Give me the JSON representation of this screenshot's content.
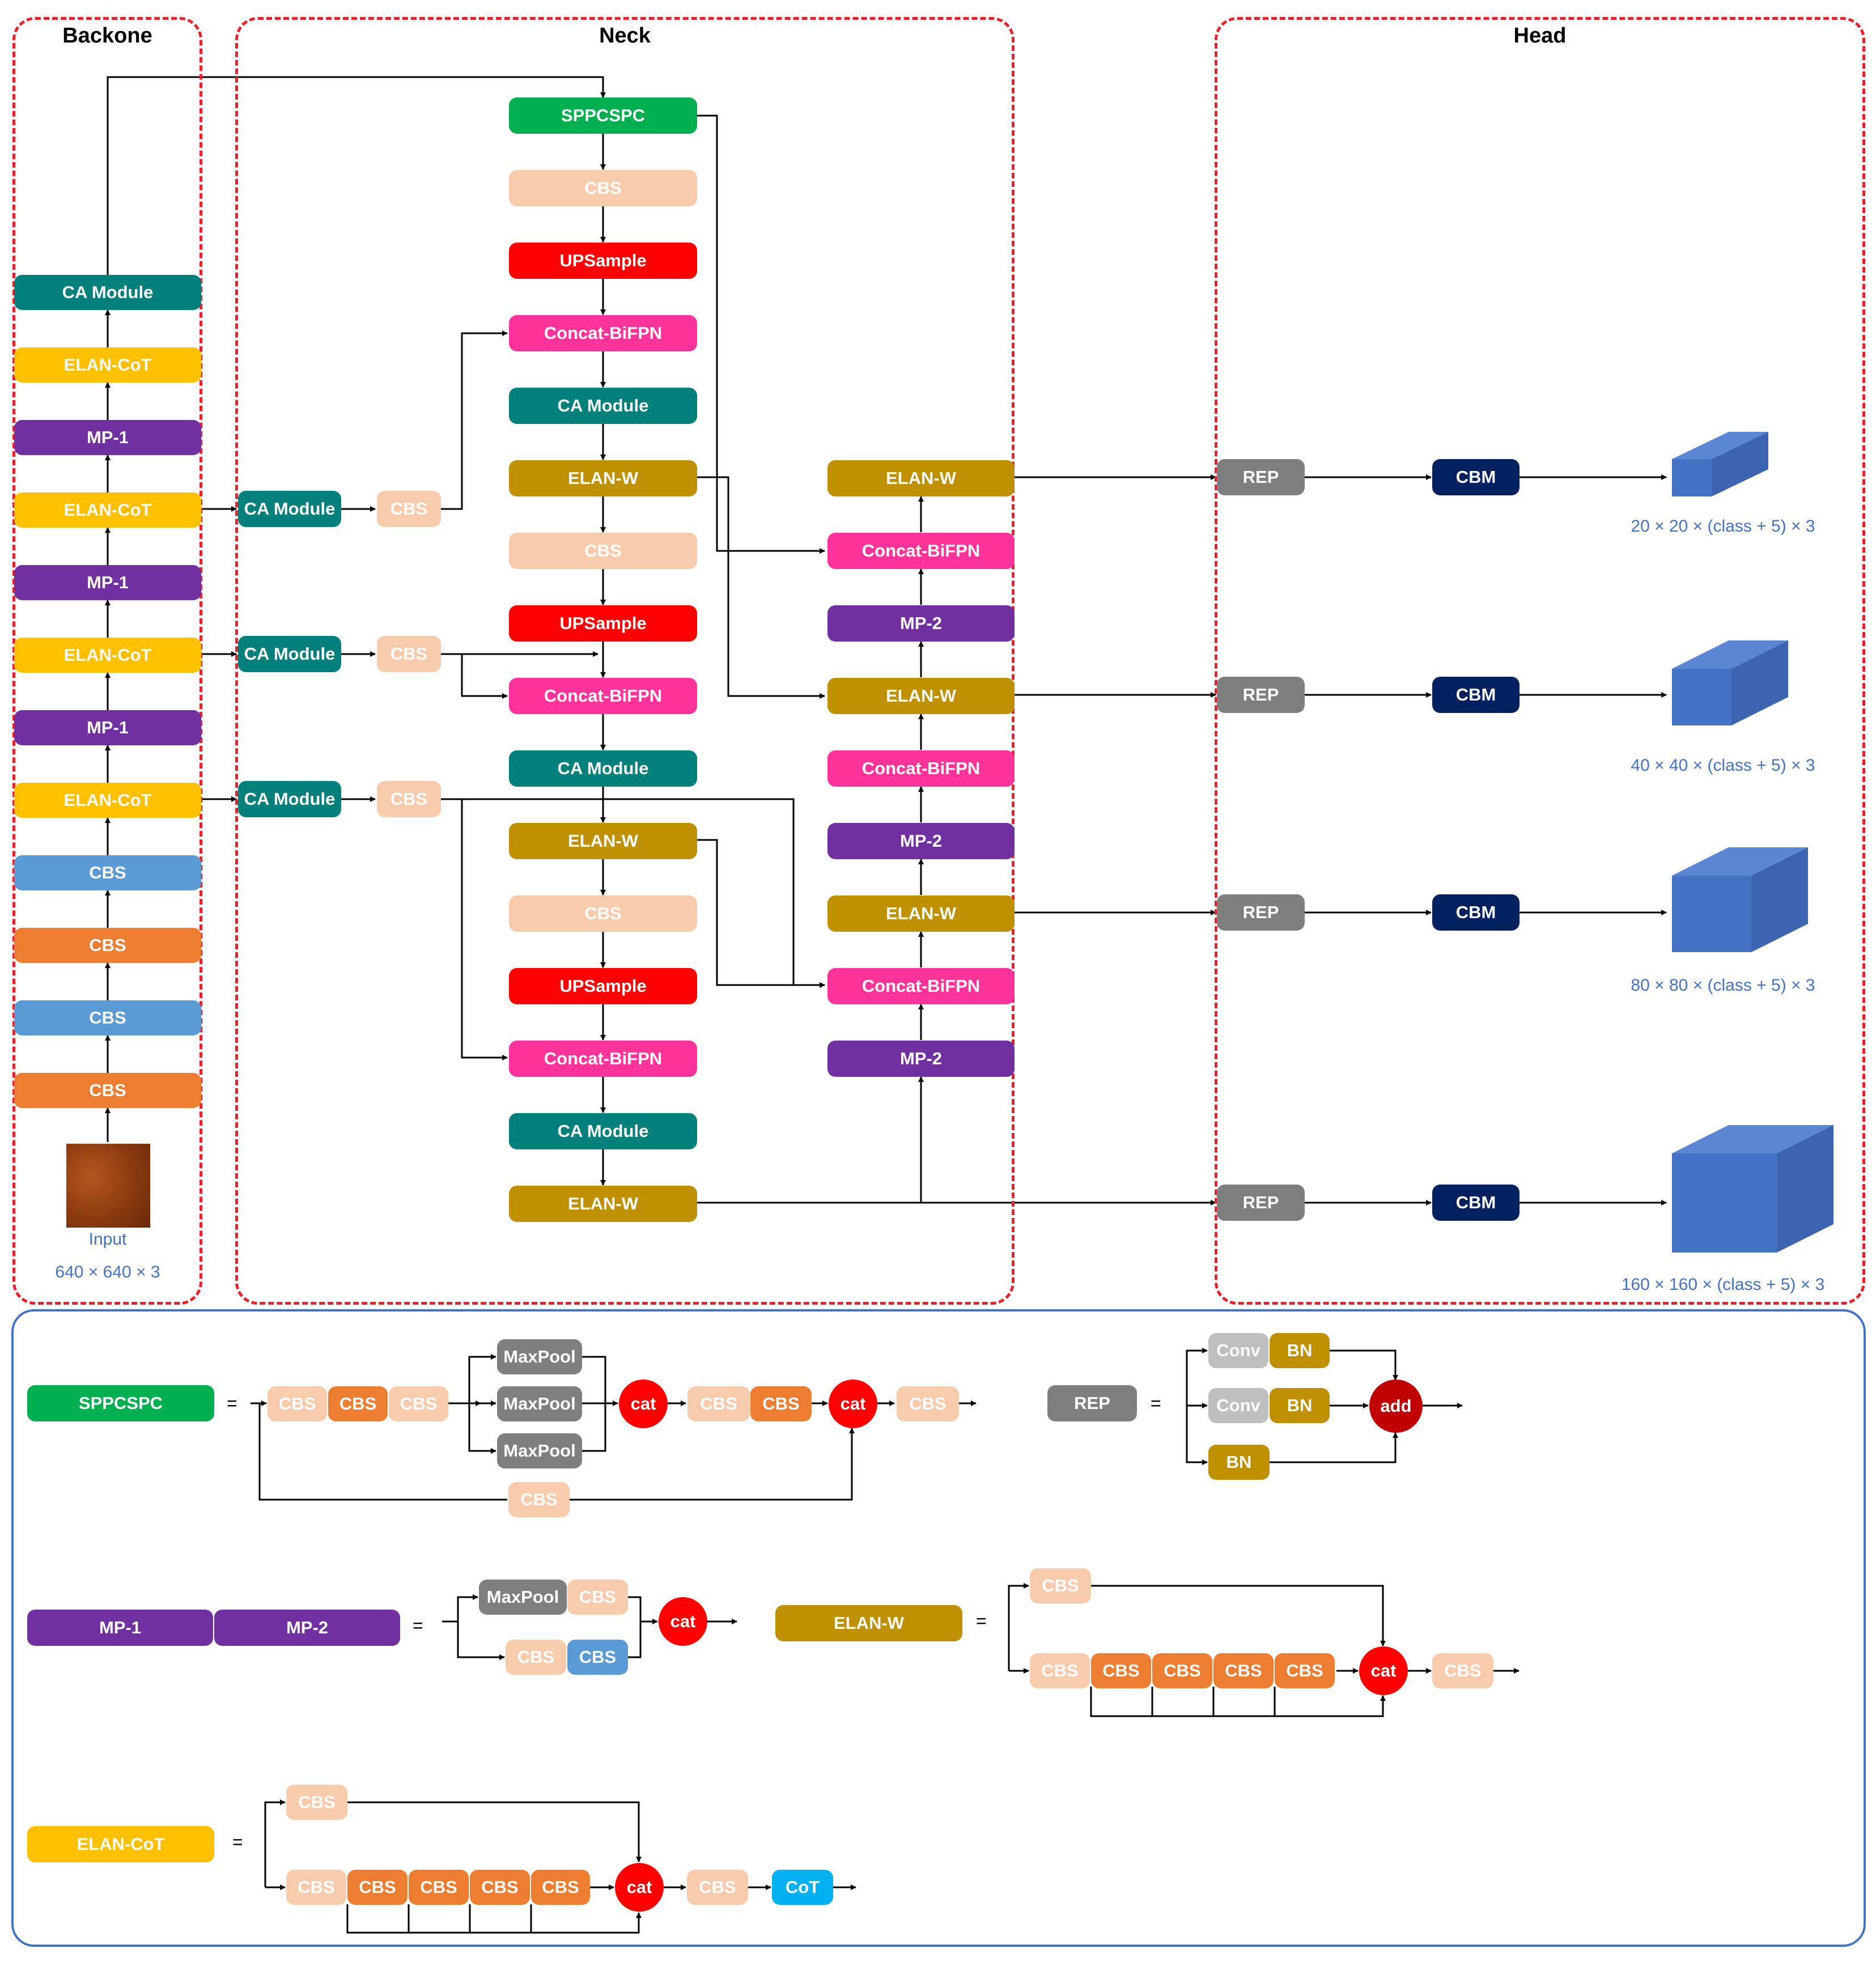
{
  "regions": {
    "backbone": "Backone",
    "neck": "Neck",
    "head": "Head"
  },
  "backbone": {
    "blocks": [
      "CA Module",
      "ELAN-CoT",
      "MP-1",
      "ELAN-CoT",
      "MP-1",
      "ELAN-CoT",
      "MP-1",
      "ELAN-CoT",
      "CBS",
      "CBS",
      "CBS",
      "CBS"
    ],
    "input_label": "Input",
    "input_size": "640 × 640 × 3"
  },
  "neck": {
    "col1": [
      "SPPCSPC",
      "CBS",
      "UPSample",
      "Concat-BiFPN",
      "CA Module",
      "ELAN-W",
      "CBS",
      "UPSample",
      "Concat-BiFPN",
      "CA Module",
      "ELAN-W",
      "CBS",
      "UPSample",
      "Concat-BiFPN",
      "CA Module",
      "ELAN-W"
    ],
    "col2": [
      "ELAN-W",
      "Concat-BiFPN",
      "MP-2",
      "ELAN-W",
      "Concat-BiFPN",
      "MP-2",
      "ELAN-W",
      "Concat-BiFPN",
      "MP-2"
    ],
    "side": [
      {
        "ca": "CA Module",
        "cbs": "CBS"
      },
      {
        "ca": "CA Module",
        "cbs": "CBS"
      },
      {
        "ca": "CA Module",
        "cbs": "CBS"
      }
    ]
  },
  "head": {
    "rep": "REP",
    "cbm": "CBM",
    "outputs": [
      "20 × 20 × (class + 5) × 3",
      "40 × 40 × (class + 5) × 3",
      "80 × 80 × (class + 5) × 3",
      "160 × 160 × (class + 5) × 3"
    ]
  },
  "legend": {
    "eq": "=",
    "sppcspc": {
      "name": "SPPCSPC",
      "cbs": "CBS",
      "maxpool": "MaxPool",
      "cat": "cat"
    },
    "rep": {
      "name": "REP",
      "conv": "Conv",
      "bn": "BN",
      "add": "add"
    },
    "mp": {
      "mp1": "MP-1",
      "mp2": "MP-2",
      "maxpool": "MaxPool",
      "cbs": "CBS",
      "cat": "cat"
    },
    "elanw": {
      "name": "ELAN-W",
      "cbs": "CBS",
      "cat": "cat"
    },
    "elancot": {
      "name": "ELAN-CoT",
      "cbs": "CBS",
      "cat": "cat",
      "cot": "CoT"
    }
  },
  "colors": {
    "region_border": "#e8212a",
    "legend_border": "#4472c4",
    "cube": "#4472c4",
    "label_text": "#4472c4"
  }
}
